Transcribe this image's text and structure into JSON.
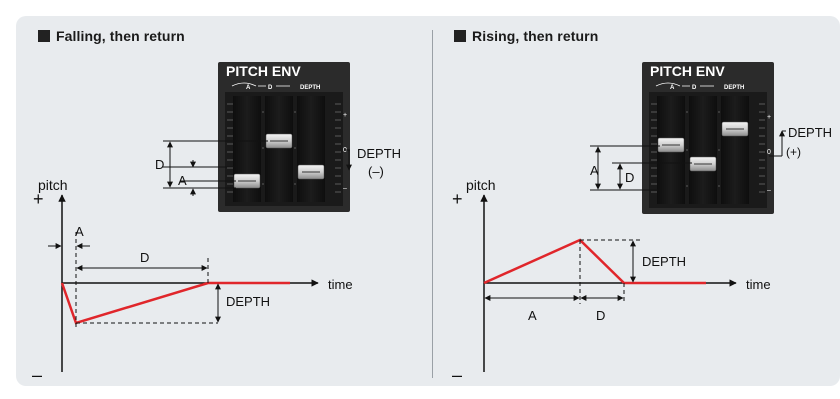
{
  "left": {
    "heading": "Falling, then return",
    "device_title": "PITCH ENV",
    "device_sub_a": "A",
    "device_sub_d": "D",
    "device_sub_depth": "DEPTH",
    "scale_plus": "+",
    "scale_zero": "0",
    "scale_minus": "–",
    "slider_label_d": "D",
    "slider_label_a": "A",
    "depth_label": "DEPTH",
    "depth_sign": "(–)",
    "axis_pitch": "pitch",
    "axis_plus": "+",
    "axis_minus": "–",
    "axis_time": "time",
    "graph_a": "A",
    "graph_d": "D",
    "graph_depth": "DEPTH"
  },
  "right": {
    "heading": "Rising, then return",
    "device_title": "PITCH ENV",
    "device_sub_a": "A",
    "device_sub_d": "D",
    "device_sub_depth": "DEPTH",
    "scale_plus": "+",
    "scale_zero": "0",
    "scale_minus": "–",
    "slider_label_a": "A",
    "slider_label_d": "D",
    "depth_label": "DEPTH",
    "depth_sign": "(+)",
    "axis_pitch": "pitch",
    "axis_plus": "+",
    "axis_minus": "–",
    "axis_time": "time",
    "graph_a": "A",
    "graph_d": "D",
    "graph_depth": "DEPTH"
  },
  "colors": {
    "envelope_line": "#e0262b",
    "device_body": "#2b2b2b",
    "panel_bg": "#e8ebee"
  }
}
